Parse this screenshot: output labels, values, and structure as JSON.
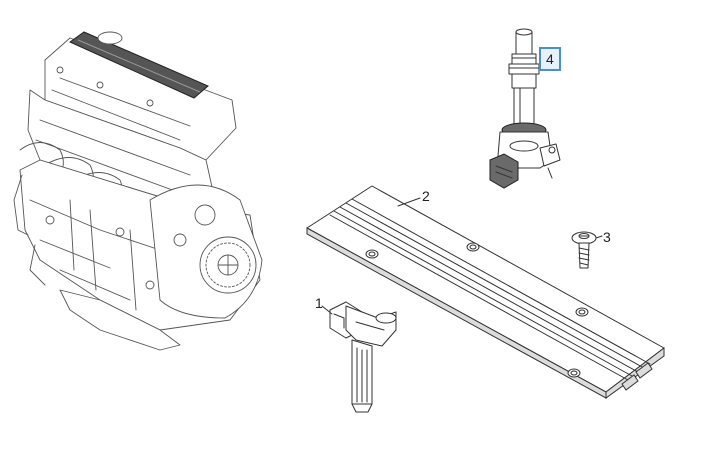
{
  "callouts": {
    "part1": "1",
    "part2": "2",
    "part3": "3",
    "part4": "4"
  },
  "highlight_color": "#4a90c8",
  "highlight_fill": "#e6f1fa"
}
